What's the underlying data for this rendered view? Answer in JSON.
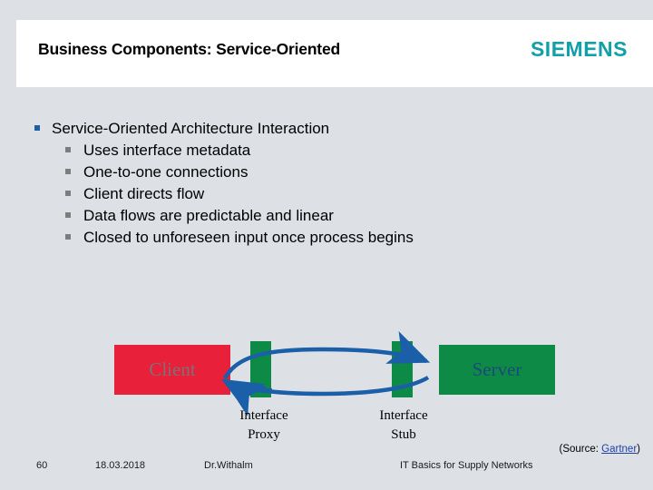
{
  "header": {
    "title": "Business Components: Service-Oriented",
    "logo": "SIEMENS",
    "logo_color": "#12a0a8",
    "band_bg": "#ffffff"
  },
  "theme": {
    "background": "#dde1e6",
    "bullet_level1_color": "#1f5fa0",
    "bullet_level2_color": "#7d7d7d",
    "client_box_color": "#e8203a",
    "server_box_color": "#0d8a45",
    "interface_bar_color": "#0d8a45",
    "arrow_color": "#1a5fa8",
    "link_color": "#1f3fa8"
  },
  "content": {
    "bullets": [
      {
        "level": 1,
        "text": "Service-Oriented Architecture Interaction",
        "marker": "square-bullet-blue"
      },
      {
        "level": 2,
        "text": "Uses interface metadata",
        "marker": "square-bullet-gray"
      },
      {
        "level": 2,
        "text": "One-to-one connections",
        "marker": "square-bullet-gray"
      },
      {
        "level": 2,
        "text": "Client directs flow",
        "marker": "square-bullet-gray"
      },
      {
        "level": 2,
        "text": "Data flows are predictable and linear",
        "marker": "square-bullet-gray"
      },
      {
        "level": 2,
        "text": "Closed to unforeseen input once process begins",
        "marker": "square-bullet-gray"
      }
    ]
  },
  "diagram": {
    "client_label": "Client",
    "server_label": "Server",
    "proxy_caption_line1": "Interface",
    "proxy_caption_line2": "Proxy",
    "stub_caption_line1": "Interface",
    "stub_caption_line2": "Stub"
  },
  "source": {
    "prefix": "(Source: ",
    "link_text": "Gartner",
    "suffix": ")"
  },
  "footer": {
    "page_number": "60",
    "date": "18.03.2018",
    "author": "Dr.Withalm",
    "topic": "IT Basics for Supply Networks"
  }
}
